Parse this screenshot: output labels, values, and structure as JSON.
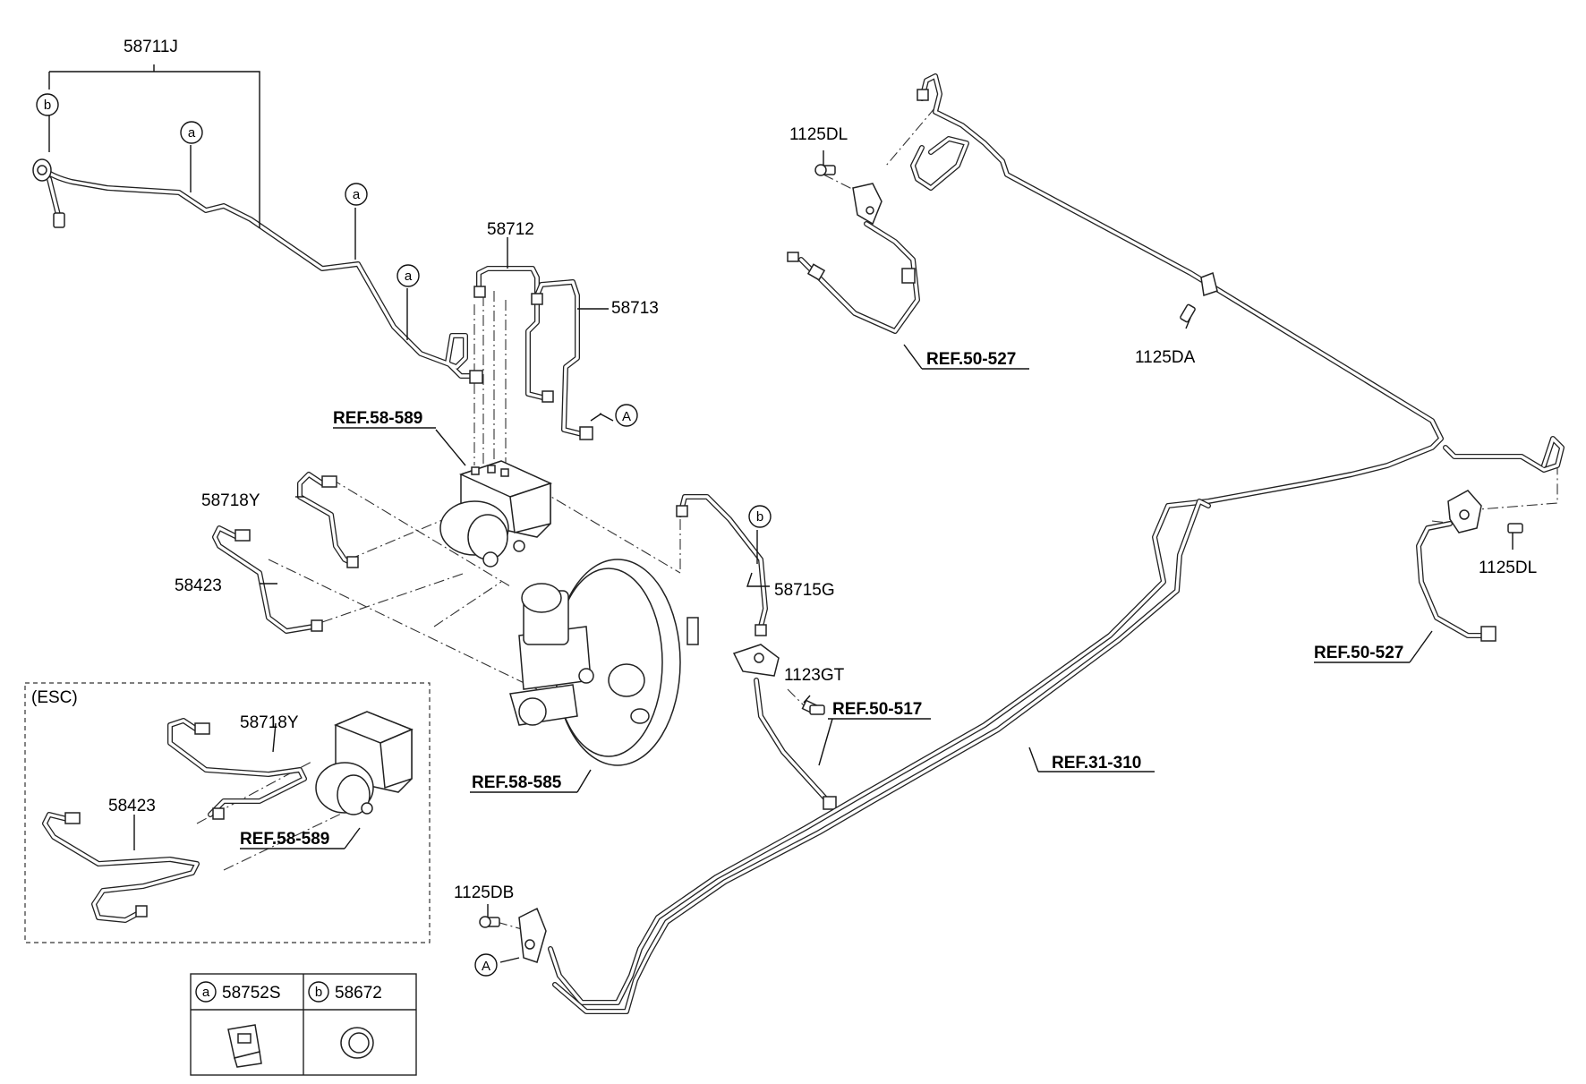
{
  "labels": {
    "p58711J": "58711J",
    "p58712": "58712",
    "p58713": "58713",
    "p58718Y": "58718Y",
    "p58423": "58423",
    "p58715G": "58715G",
    "p1123GT": "1123GT",
    "p1125DL_top": "1125DL",
    "p1125DA": "1125DA",
    "p1125DL_right": "1125DL",
    "p1125DB": "1125DB",
    "esc_58718Y": "58718Y",
    "esc_58423": "58423"
  },
  "refs": {
    "ref58589_top": "REF.58-589",
    "ref50527_top": "REF.50-527",
    "ref50517": "REF.50-517",
    "ref58585": "REF.58-585",
    "ref31310": "REF.31-310",
    "ref50527_right": "REF.50-527",
    "ref58589_esc": "REF.58-589"
  },
  "callouts": {
    "a": "a",
    "b": "b",
    "A": "A"
  },
  "esc_title": "(ESC)",
  "legend": {
    "a_part": "58752S",
    "b_part": "58672"
  }
}
